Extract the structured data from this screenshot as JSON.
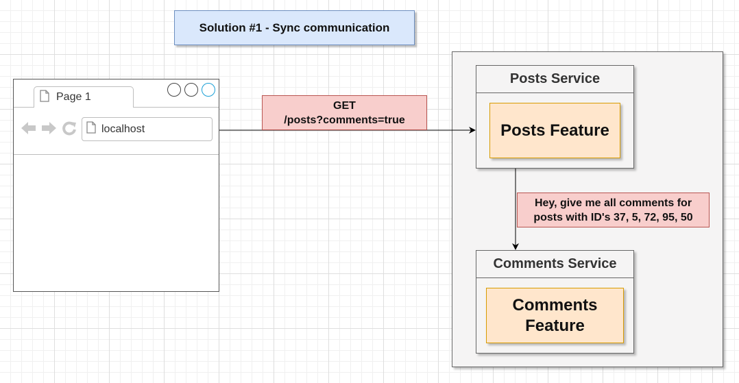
{
  "title": "Solution #1 - Sync communication",
  "browser": {
    "tab_label": "Page 1",
    "url": "localhost"
  },
  "request": {
    "line1": "GET",
    "line2": "/posts?comments=true"
  },
  "posts_service": {
    "title": "Posts Service",
    "feature": "Posts Feature"
  },
  "message": {
    "line1": "Hey, give me all comments for",
    "line2": "posts with ID's 37, 5, 72, 95, 50"
  },
  "comments_service": {
    "title": "Comments Service",
    "feature_line1": "Comments",
    "feature_line2": "Feature"
  },
  "colors": {
    "title_fill": "#dae8fc",
    "label_fill": "#f8cecc",
    "feature_fill": "#ffe6cc",
    "service_fill": "#f5f4f4"
  }
}
